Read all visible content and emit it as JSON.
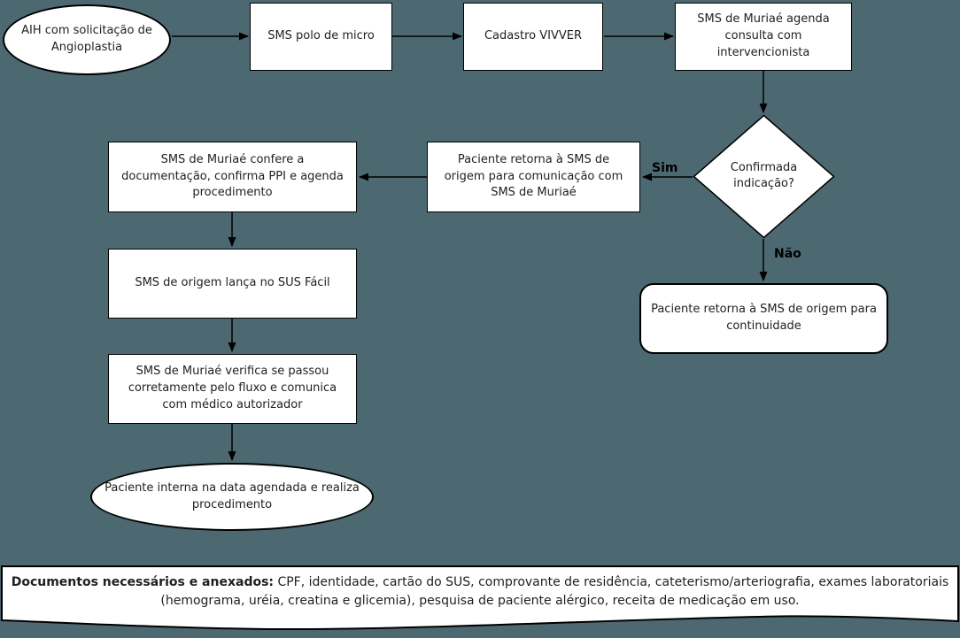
{
  "colors": {
    "background": "#4C6870",
    "node_fill": "#FFFFFF",
    "node_border": "#000000",
    "text": "#1F1F1F"
  },
  "nodes": {
    "start": {
      "label": "AIH com solicitação de Angioplastia",
      "shape": "ellipse"
    },
    "sms_polo": {
      "label": "SMS polo de micro",
      "shape": "rect"
    },
    "cadastro_vivver": {
      "label": "Cadastro VIVVER",
      "shape": "rect"
    },
    "agenda_consulta": {
      "label": "SMS de Muriaé agenda consulta com intervencionista",
      "shape": "rect"
    },
    "decision": {
      "label": "Confirmada indicação?",
      "shape": "diamond"
    },
    "retorna_comunicacao": {
      "label": "Paciente retorna à SMS de origem para comunicação com SMS de Muriaé",
      "shape": "rect"
    },
    "confere_documentacao": {
      "label": "SMS de Muriaé confere a documentação, confirma PPI e agenda procedimento",
      "shape": "rect"
    },
    "sus_facil": {
      "label": "SMS de origem lança no SUS Fácil",
      "shape": "rect"
    },
    "verifica_fluxo": {
      "label": "SMS de Muriaé verifica se passou corretamente pelo fluxo e comunica com médico autorizador",
      "shape": "rect"
    },
    "paciente_interna": {
      "label": "Paciente interna na data agendada e realiza procedimento",
      "shape": "ellipse"
    },
    "retorna_continuidade": {
      "label": "Paciente retorna à SMS de origem para continuidade",
      "shape": "rounded-rect"
    }
  },
  "edge_labels": {
    "yes": "Sim",
    "no": "Não"
  },
  "footer": {
    "bold_lead": "Documentos necessários e anexados:",
    "text": " CPF, identidade, cartão do SUS, comprovante de residência, cateterismo/arteriografia, exames laboratoriais (hemograma, uréia, creatina e glicemia), pesquisa de paciente alérgico, receita de medicação em uso."
  }
}
